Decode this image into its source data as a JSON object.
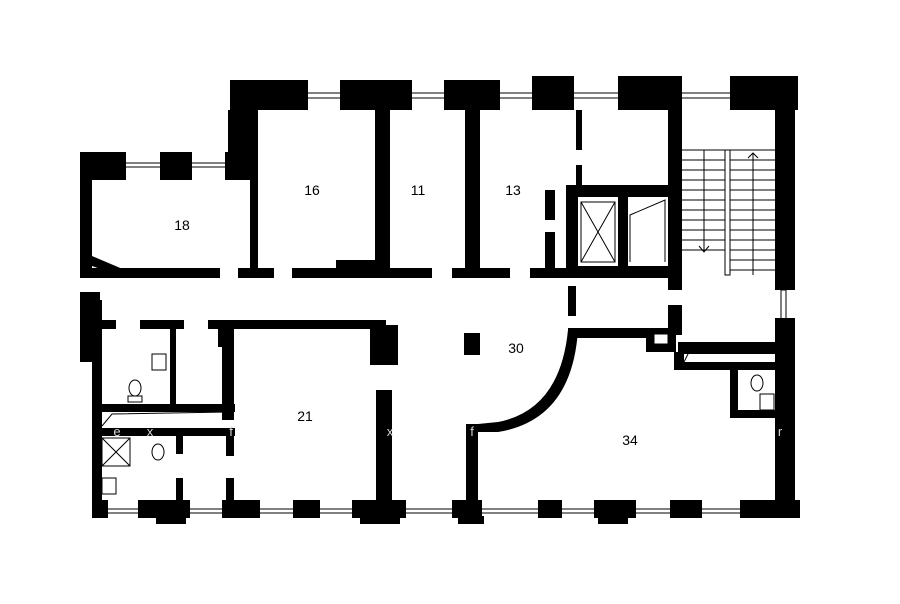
{
  "rooms": [
    {
      "id": "18",
      "label": "18"
    },
    {
      "id": "16",
      "label": "16"
    },
    {
      "id": "11",
      "label": "11"
    },
    {
      "id": "13",
      "label": "13"
    },
    {
      "id": "30",
      "label": "30"
    },
    {
      "id": "21",
      "label": "21"
    },
    {
      "id": "34",
      "label": "34"
    }
  ],
  "faint_marks": [
    "e",
    "x",
    "f",
    "x",
    "f",
    "r"
  ]
}
